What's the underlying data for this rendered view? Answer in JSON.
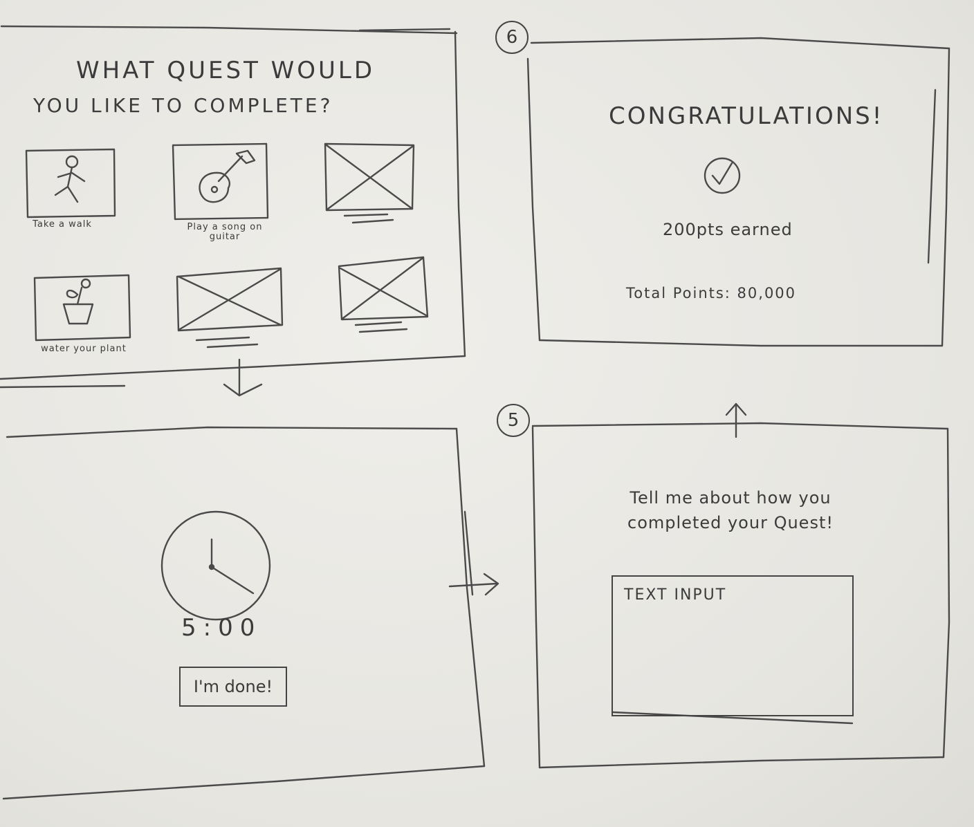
{
  "select_screen": {
    "title_line1": "WHAT QUEST WOULD",
    "title_line2": "YOU LIKE TO COMPLETE?",
    "quests": [
      {
        "label": "Take a walk",
        "icon": "stick-figure-running-icon"
      },
      {
        "label": "Play a song on guitar",
        "icon": "guitar-icon"
      },
      {
        "label": "",
        "icon": "image-placeholder-icon"
      },
      {
        "label": "water your plant",
        "icon": "potted-plant-icon"
      },
      {
        "label": "",
        "icon": "image-placeholder-icon"
      },
      {
        "label": "",
        "icon": "image-placeholder-icon"
      }
    ]
  },
  "timer_screen": {
    "time": "5:00",
    "done_label": "I'm done!",
    "icon": "clock-icon"
  },
  "reflect_screen": {
    "step": "5",
    "prompt": "Tell me about how you completed your Quest!",
    "input_placeholder": "TEXT INPUT"
  },
  "congrats_screen": {
    "step": "6",
    "title": "CONGRATULATIONS!",
    "icon": "check-circle-icon",
    "earned": "200pts earned",
    "total": "Total Points: 80,000"
  },
  "colors": {
    "pencil": "#444444",
    "paper": "#e9e8e3"
  }
}
